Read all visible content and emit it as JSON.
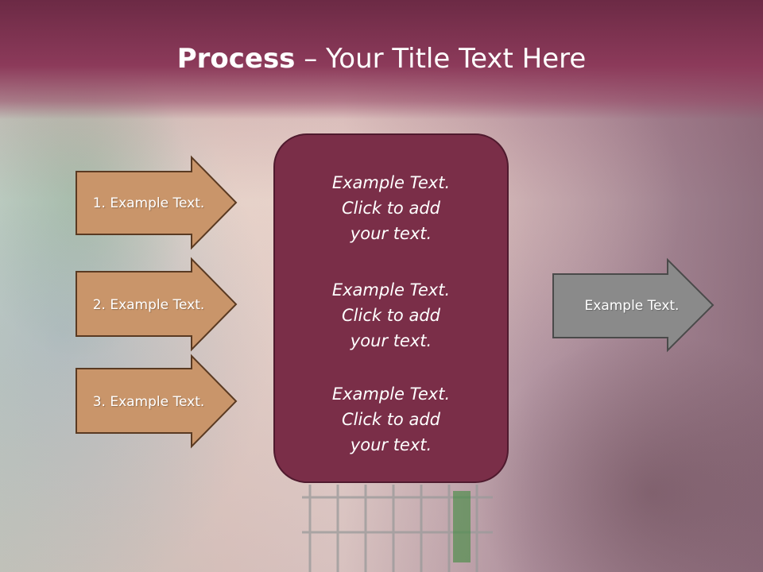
{
  "slide": {
    "title_bold": "Process",
    "title_rest": " – Your Title Text Here",
    "input_arrows": [
      {
        "label": "1. Example Text."
      },
      {
        "label": "2. Example Text."
      },
      {
        "label": "3. Example Text."
      }
    ],
    "center_blocks": [
      {
        "line1": "Example Text.",
        "line2": "Click  to add",
        "line3": "your text."
      },
      {
        "line1": "Example Text.",
        "line2": "Click  to add",
        "line3": "your text."
      },
      {
        "line1": "Example Text.",
        "line2": "Click  to add",
        "line3": "your text."
      }
    ],
    "output_arrow": {
      "label": "Example Text."
    }
  },
  "colors": {
    "title_bar": "#8c3a5a",
    "input_arrow_fill": "#c9956a",
    "input_arrow_stroke": "#5a3a22",
    "center_box_fill": "#7a2e48",
    "output_arrow_fill": "#8a8a8a",
    "output_arrow_stroke": "#4a4a4a"
  }
}
